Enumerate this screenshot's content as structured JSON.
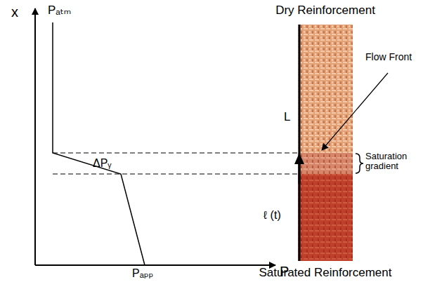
{
  "diagram": {
    "labels": [
      "x",
      "Pₐₜₘ",
      "ΔPᵧ",
      "P",
      "Pₐₚₚ",
      "Dry Reinforcement",
      "Flow Front",
      "L",
      "Saturation gradient",
      "ℓ (t)",
      "Saturated Reinforcement"
    ]
  }
}
